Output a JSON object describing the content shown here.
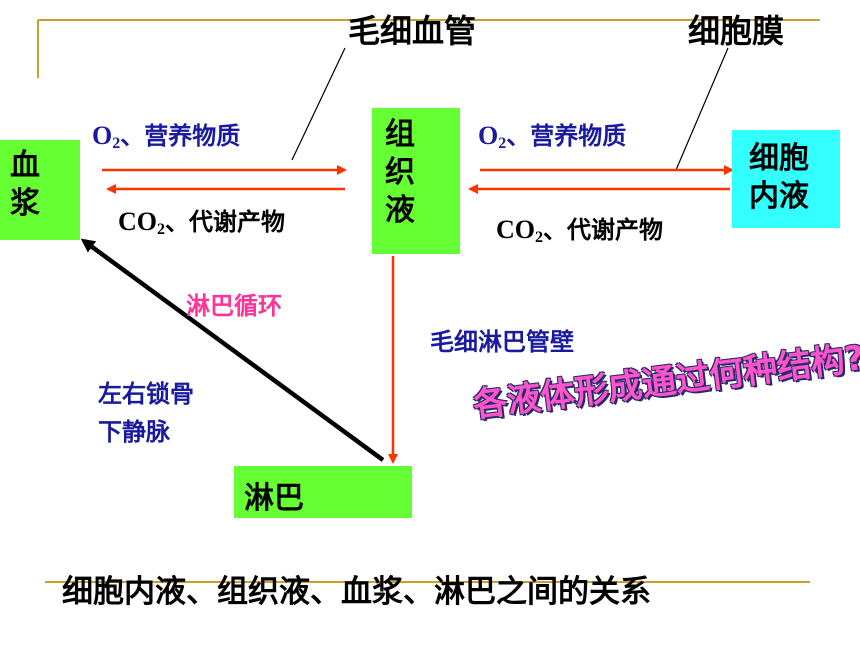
{
  "nodes": {
    "plasma": "血浆",
    "tissue_fluid": "组织液",
    "intracellular": "细胞内液",
    "lymph": "淋巴"
  },
  "structures": {
    "capillary": "毛细血管",
    "cell_membrane": "细胞膜",
    "lymph_capillary_wall": "毛细淋巴管壁"
  },
  "flows": {
    "o2_left": {
      "chem": "O",
      "sub": "2",
      "rest": "、营养物质"
    },
    "co2_left": {
      "chem": "CO",
      "sub": "2",
      "rest": "、代谢产物"
    },
    "o2_right": {
      "chem": "O",
      "sub": "2",
      "rest": "、营养物质"
    },
    "co2_right": {
      "chem": "CO",
      "sub": "2",
      "rest": "、代谢产物"
    }
  },
  "lymph_circulation": "淋巴循环",
  "vein": {
    "line1": "左右锁骨",
    "line2": "下静脉"
  },
  "question": "各液体形成通过何种结构?",
  "caption": "细胞内液、组织液、血浆、淋巴之间的关系",
  "colors": {
    "node_green": "#66ff33",
    "node_cyan": "#33ffff",
    "arrow_red": "#ff3300",
    "text_blue": "#1a1aa0",
    "text_pink": "#ff3399",
    "rule_gold": "#c8a030"
  }
}
